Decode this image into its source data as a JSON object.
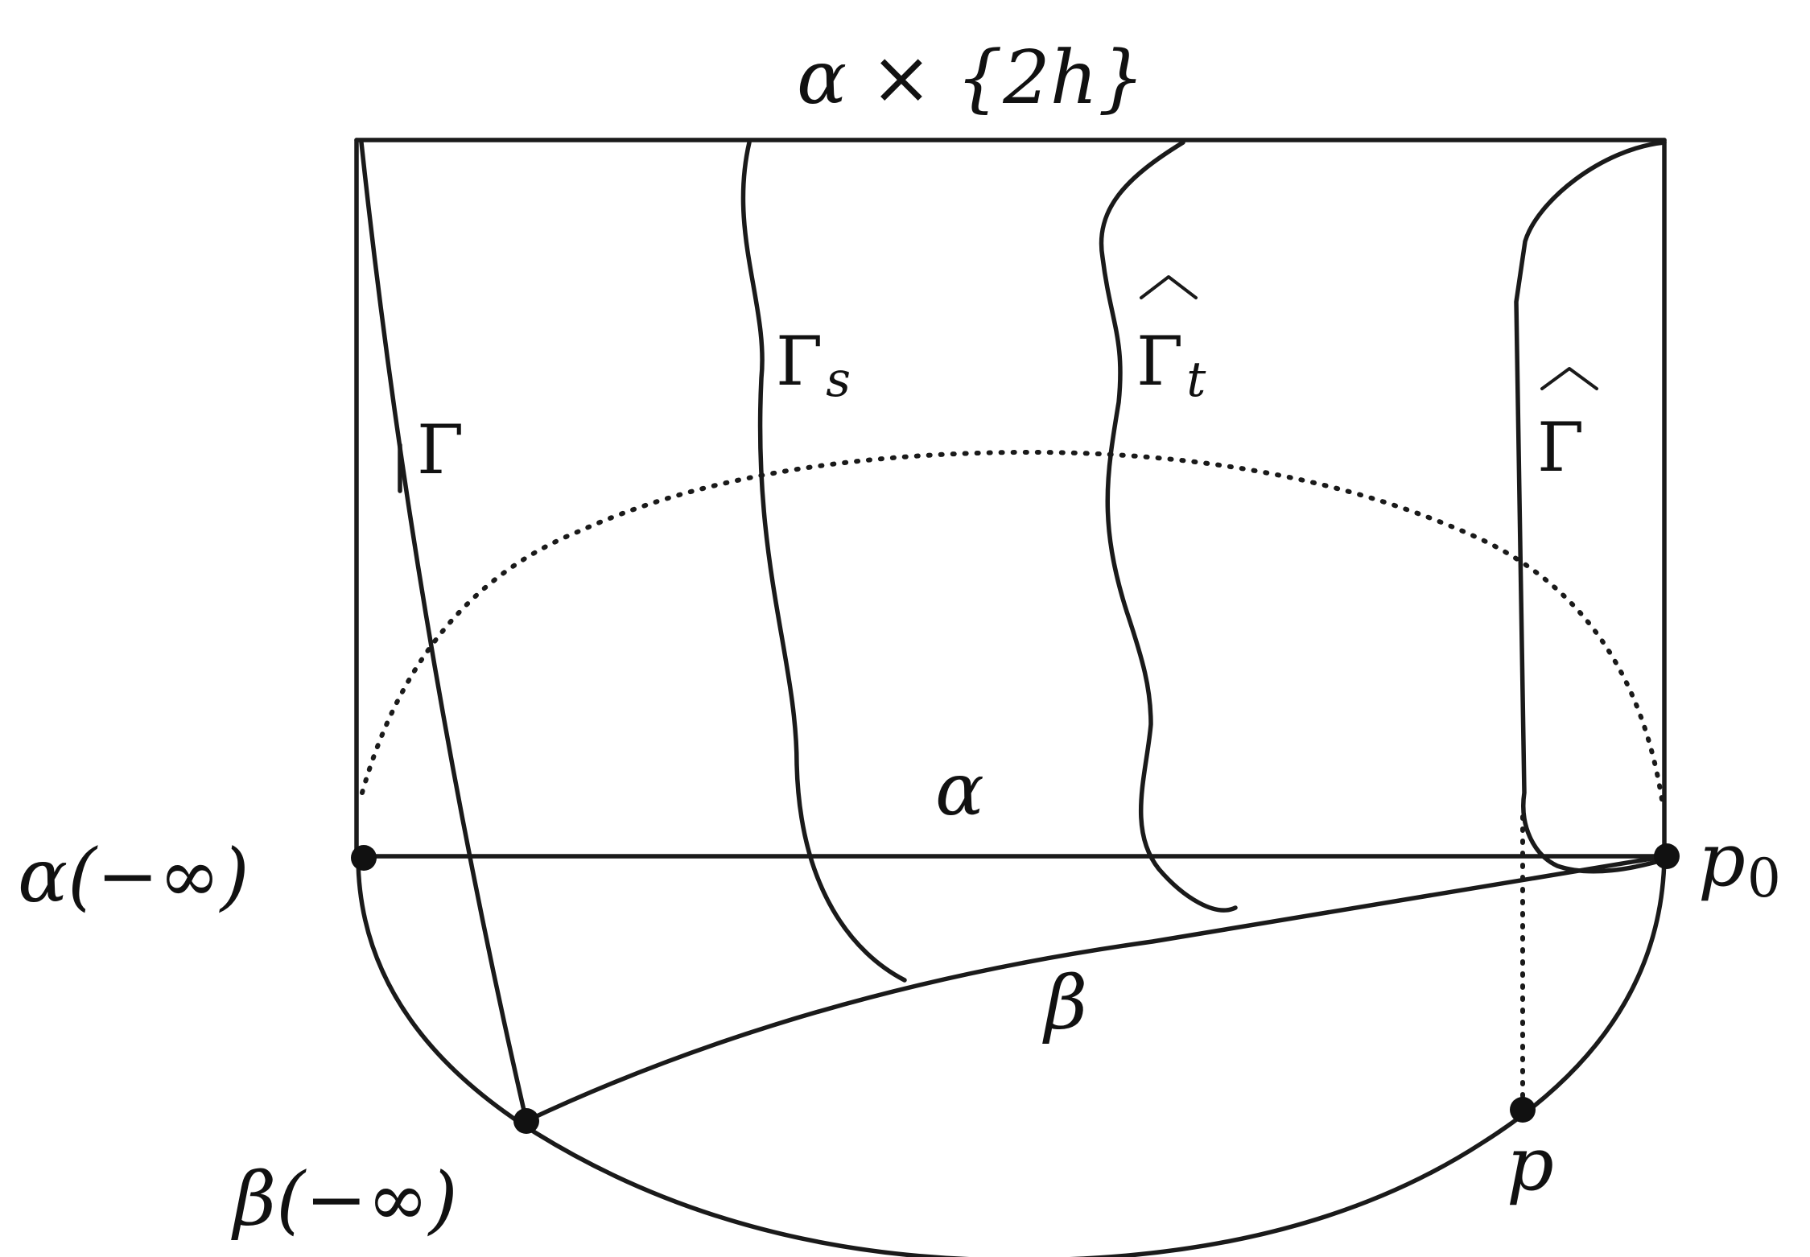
{
  "labels": {
    "top": "α × {2h}",
    "gamma": "Γ",
    "gamma_s": {
      "base": "Γ",
      "sub": "s"
    },
    "gamma_hat_t": {
      "base": "Γ",
      "sub": "t"
    },
    "gamma_hat": "Γ",
    "alpha": "α",
    "alpha_minus_inf": "α(−∞)",
    "p0": {
      "base": "p",
      "sub": "0"
    },
    "beta": "β",
    "beta_minus_inf": "β(−∞)",
    "p": "p"
  },
  "colors": {
    "stroke": "#1a1a1a",
    "background": "#ffffff"
  }
}
